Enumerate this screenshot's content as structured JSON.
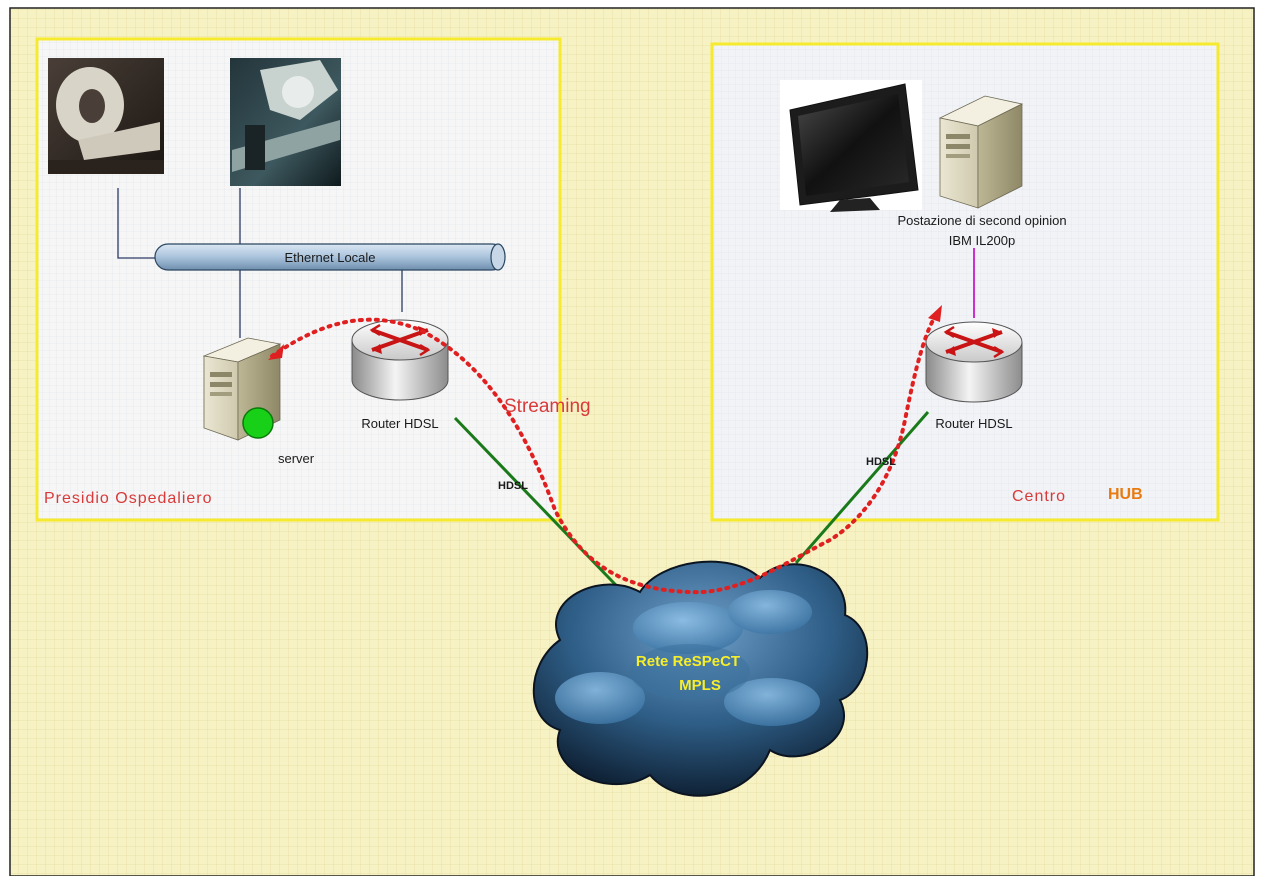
{
  "colors": {
    "canvas": "#f7f2c4",
    "grid": "#e7dd9e",
    "zone_fill": "#f3f4f6",
    "zone_border": "#f5ea2e",
    "hdsl_link": "#1a7a1a",
    "streaming": "#e02020",
    "hub_link": "#d02fd0",
    "label_red": "#d83a3a",
    "label_orange": "#e87a10",
    "cloud_text": "#f6ee2a"
  },
  "left_site": {
    "title": "Presidio Ospedaliero",
    "ethernet_label": "Ethernet Locale",
    "router_label": "Router HDSL",
    "server_label": "server",
    "link_label": "HDSL",
    "icons": [
      "ct-scanner-photo",
      "xray-equipment-photo",
      "server-tower-icon",
      "router-icon"
    ]
  },
  "right_site": {
    "title": "Centro",
    "title_strong": "HUB",
    "workstation_label_line1": "Postazione di second opinion",
    "workstation_label_line2": "IBM IL200p",
    "router_label": "Router HDSL",
    "link_label": "HDSL",
    "icons": [
      "lcd-monitor-icon",
      "workstation-tower-icon",
      "router-icon"
    ]
  },
  "flow_label": "Streaming",
  "cloud": {
    "line1": "Rete ReSPeCT",
    "line2": "MPLS"
  }
}
